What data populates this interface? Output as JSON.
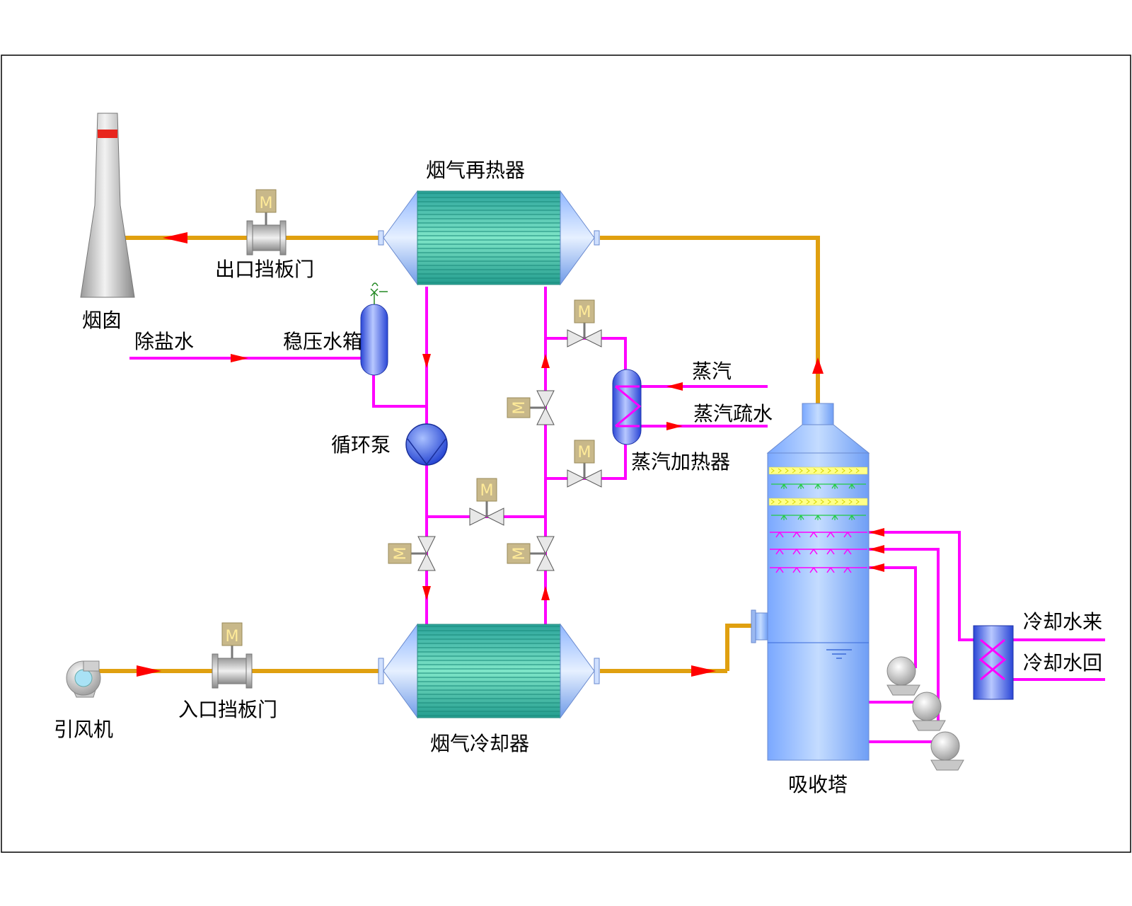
{
  "labels": {
    "chimney": "烟囱",
    "outlet_damper": "出口挡板门",
    "reheater": "烟气再热器",
    "demin_water": "除盐水",
    "surge_tank": "稳压水箱",
    "circ_pump": "循环泵",
    "steam": "蒸汽",
    "steam_drain": "蒸汽疏水",
    "steam_heater": "蒸汽加热器",
    "fan": "引风机",
    "inlet_damper": "入口挡板门",
    "cooler": "烟气冷却器",
    "absorber": "吸收塔",
    "cw_supply": "冷却水来",
    "cw_return": "冷却水回",
    "motor_letter": "M"
  },
  "colors": {
    "flue_gas_pipe": "#e0a010",
    "water_pipe": "#ff00ff",
    "flow_arrow": "#ff0000",
    "heat_exchanger": "#33cc99",
    "vessel": "#3366ff",
    "absorber_body": "#99c2ff",
    "actuator": "#c8b88a",
    "frame": "#000000"
  },
  "icons": [
    "chimney-icon",
    "damper-icon",
    "motor-actuator-icon",
    "valve-icon",
    "pump-icon",
    "fan-icon",
    "heat-exchanger-icon",
    "tank-icon",
    "absorber-tower-icon"
  ]
}
